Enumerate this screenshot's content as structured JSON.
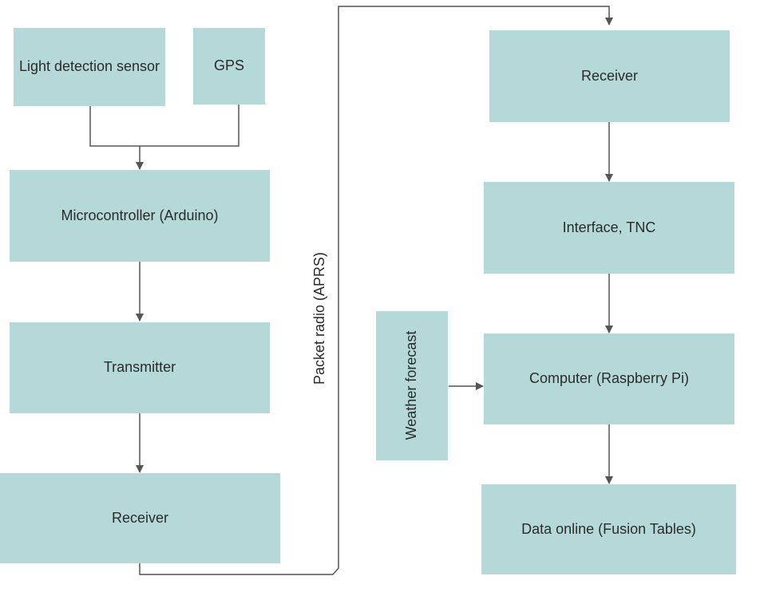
{
  "nodes": {
    "light_sensor": "Light detection sensor",
    "gps": "GPS",
    "microcontroller": "Microcontroller (Arduino)",
    "transmitter": "Transmitter",
    "receiver_left": "Receiver",
    "receiver_right": "Receiver",
    "interface_tnc": "Interface, TNC",
    "computer": "Computer (Raspberry Pi)",
    "data_online": "Data online (Fusion Tables)",
    "weather_forecast": "Weather forecast"
  },
  "link_label": "Packet radio (APRS)",
  "colors": {
    "box_fill": "#b5d9d9",
    "connector": "#555555",
    "text": "#2b2b2b"
  }
}
